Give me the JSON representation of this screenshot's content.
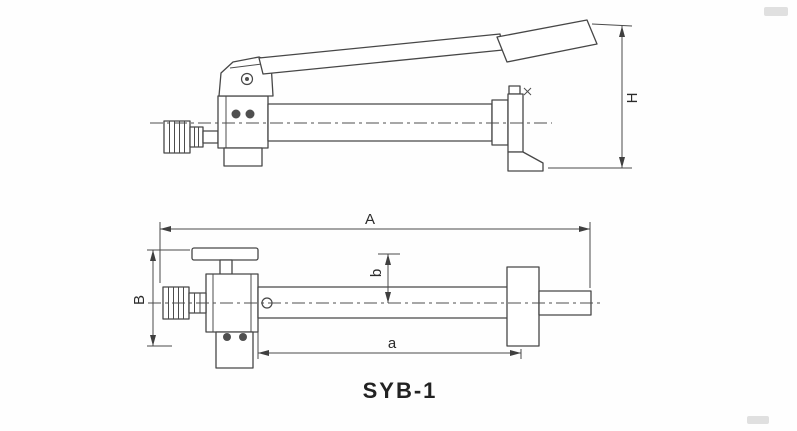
{
  "caption": "SYB-1",
  "dimension_labels": {
    "overall_height": "H",
    "overall_length": "A",
    "overall_width": "B",
    "cylinder_length": "a",
    "axis_offset": "b"
  }
}
